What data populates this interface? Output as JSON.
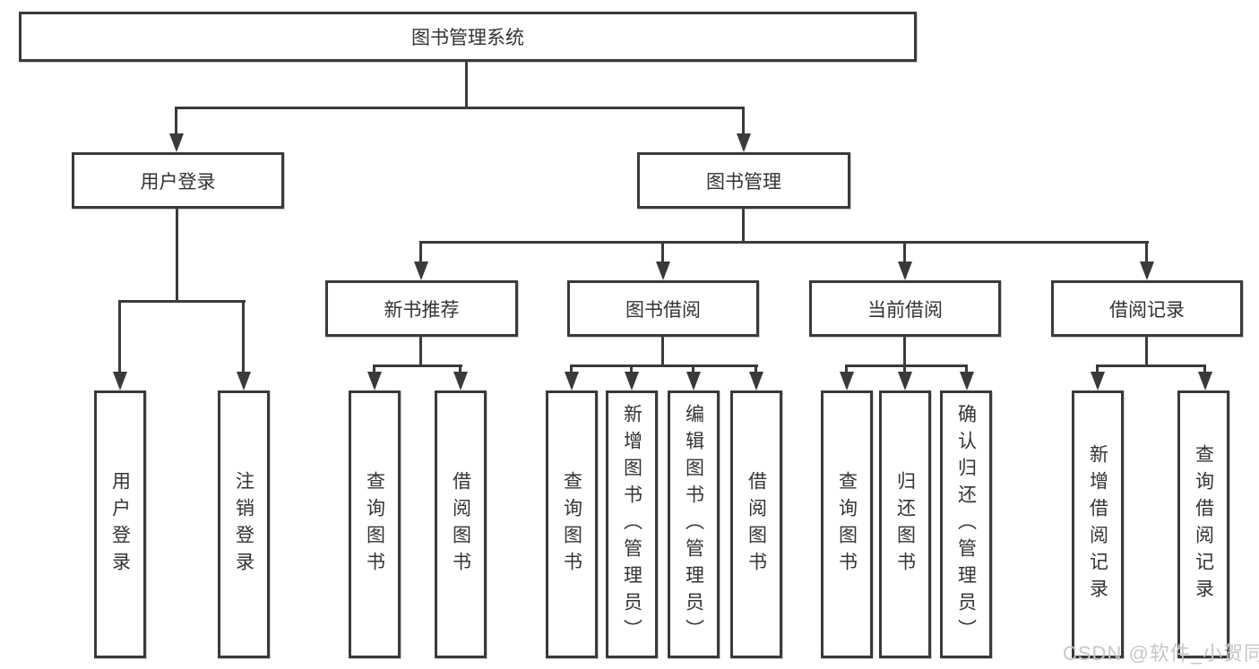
{
  "diagram": {
    "root_label": "图书管理系统",
    "level2": [
      "用户登录",
      "图书管理"
    ],
    "level3": [
      "新书推荐",
      "图书借阅",
      "当前借阅",
      "借阅记录"
    ],
    "leaves": {
      "login": [
        "用户登录",
        "注销登录"
      ],
      "recommend": [
        "查询图书",
        "借阅图书"
      ],
      "borrow": [
        "查询图书",
        "新增图书（管理员）",
        "编辑图书（管理员）",
        "借阅图书"
      ],
      "current": [
        "查询图书",
        "归还图书",
        "确认归还（管理员）"
      ],
      "records": [
        "新增借阅记录",
        "查询借阅记录"
      ]
    }
  },
  "watermark": "CSDN @软件_小贺同学",
  "colors": {
    "line": "#3a3a3a",
    "text": "#333333",
    "node_bg": "#ffffff",
    "page_bg": "#ffffff",
    "watermark": "#c7c7c9"
  }
}
